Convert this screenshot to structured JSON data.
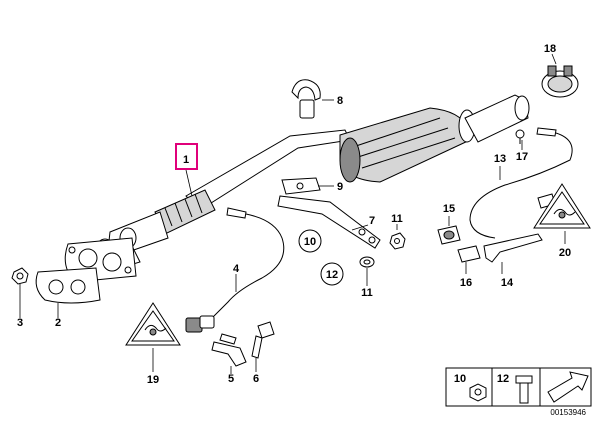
{
  "diagram": {
    "highlight_color": "#e0007a",
    "callouts": {
      "c1": "1",
      "c2": "2",
      "c3": "3",
      "c4": "4",
      "c5": "5",
      "c6": "6",
      "c7": "7",
      "c8": "8",
      "c9": "9",
      "c10": "10",
      "c11a": "11",
      "c11b": "11",
      "c12": "12",
      "c13": "13",
      "c14": "14",
      "c15": "15",
      "c16": "16",
      "c17": "17",
      "c18": "18",
      "c19": "19",
      "c20": "20"
    },
    "legend": {
      "item_a": "10",
      "item_b": "12"
    },
    "drawing_number": "00153946"
  }
}
